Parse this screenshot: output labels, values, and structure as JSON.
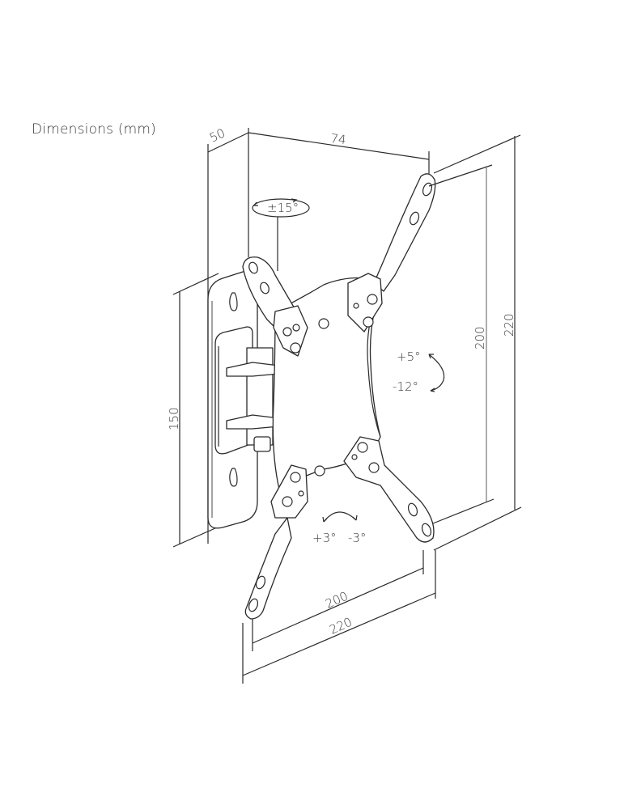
{
  "title": "Dimensions (mm)",
  "dimensions": {
    "depth_min": "50",
    "depth_max": "74",
    "wall_plate_height": "150",
    "vesa_vertical_inner": "200",
    "vesa_vertical_outer": "220",
    "vesa_horizontal_inner": "200",
    "vesa_horizontal_outer": "220"
  },
  "adjustments": {
    "swivel": "±15°",
    "tilt_up": "+5°",
    "tilt_down": "-12°",
    "rotate_left": "+3°",
    "rotate_right": "-3°"
  },
  "colors": {
    "line": "#2a2a2a",
    "text": "#3a3a3a",
    "background": "#ffffff"
  }
}
